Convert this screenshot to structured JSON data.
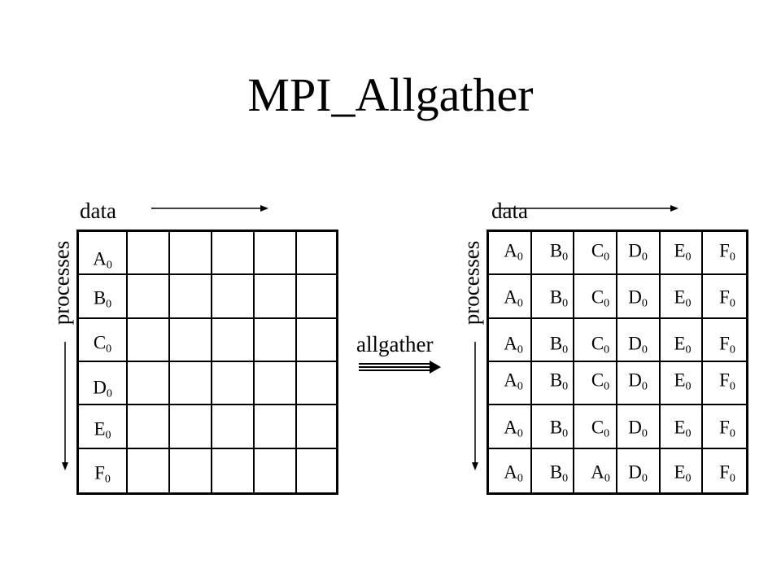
{
  "title": "MPI_Allgather",
  "data_label": "data",
  "processes_label": "processes",
  "operation_label": "allgather",
  "subscript": "0",
  "left_grid": {
    "rows": [
      [
        "A"
      ],
      [
        "B"
      ],
      [
        "C"
      ],
      [
        "D"
      ],
      [
        "E"
      ],
      [
        "F"
      ]
    ]
  },
  "right_grid": {
    "rows": [
      [
        "A",
        "B",
        "C",
        "D",
        "E",
        "F"
      ],
      [
        "A",
        "B",
        "C",
        "D",
        "E",
        "F"
      ],
      [
        "A",
        "B",
        "C",
        "D",
        "E",
        "F"
      ],
      [
        "A",
        "B",
        "C",
        "D",
        "E",
        "F"
      ],
      [
        "A",
        "B",
        "C",
        "D",
        "E",
        "F"
      ],
      [
        "A",
        "B",
        "A",
        "D",
        "E",
        "F"
      ]
    ]
  }
}
